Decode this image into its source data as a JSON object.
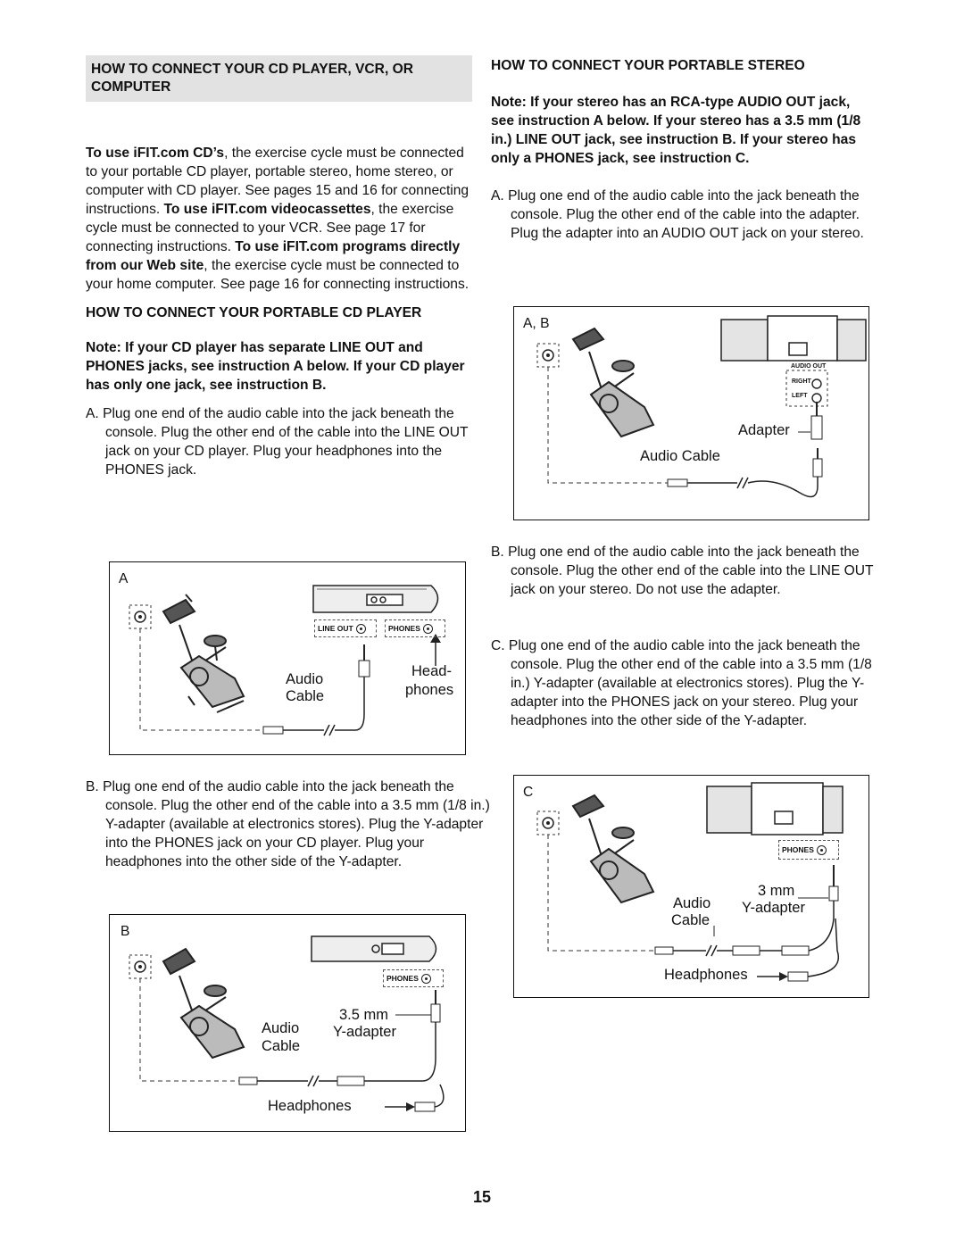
{
  "left": {
    "header": "HOW TO CONNECT YOUR CD PLAYER, VCR, OR COMPUTER",
    "intro": [
      {
        "t": "To use iFIT.com CD’s",
        "b": true
      },
      {
        "t": ", the exercise cycle must be connected to your portable CD player, portable stereo, home stereo, or computer with CD player. See pages 15 and 16 for connecting instructions. ",
        "b": false
      },
      {
        "t": "To use iFIT.com videocassettes",
        "b": true
      },
      {
        "t": ", the exercise cycle must be connected to your VCR. See page 17 for connecting instructions. ",
        "b": false
      },
      {
        "t": "To use iFIT.com programs directly from our Web site",
        "b": true
      },
      {
        "t": ", the exercise cycle must be connected to your home computer. See page 16 for connecting instructions.",
        "b": false
      }
    ],
    "section_title": "HOW TO CONNECT YOUR PORTABLE CD PLAYER",
    "note": "Note: If your CD player has separate LINE OUT and PHONES jacks, see instruction A below. If your CD player has only one jack, see instruction B.",
    "step_a": "A. Plug one end of the audio cable into the jack beneath the console. Plug the other end of the cable into the LINE OUT jack on your CD player. Plug your headphones into the PHONES jack.",
    "fig_a": {
      "letter": "A",
      "line_out": "LINE OUT",
      "phones": "PHONES",
      "audio": "Audio",
      "cable": "Cable",
      "head": "Head-",
      "phones_lbl": "phones"
    },
    "step_b": "B. Plug one end of the audio cable into the jack beneath the console. Plug the other end of the cable into a 3.5 mm (1/8 in.) Y-adapter (available at electronics stores). Plug the Y-adapter into the PHONES jack on your CD player. Plug your headphones into the other side of the Y-adapter.",
    "fig_b": {
      "letter": "B",
      "phones": "PHONES",
      "mm": "3.5 mm",
      "yadapter": "Y-adapter",
      "audio": "Audio",
      "cable": "Cable",
      "headphones": "Headphones"
    }
  },
  "right": {
    "section_title": "HOW TO CONNECT YOUR PORTABLE STEREO",
    "note": "Note: If your stereo has an RCA-type AUDIO OUT jack, see instruction A below. If your stereo has a 3.5 mm (1/8 in.) LINE OUT jack, see instruction B. If your stereo has only a PHONES jack, see instruction C.",
    "step_a": "A. Plug one end of the audio cable into the jack beneath the console. Plug the other end of the cable into the adapter. Plug the adapter into an AUDIO OUT jack on your stereo.",
    "fig_ab": {
      "letter": "A, B",
      "audio_out": "AUDIO OUT",
      "right": "RIGHT",
      "left": "LEFT",
      "adapter": "Adapter",
      "audio_cable": "Audio Cable"
    },
    "step_b": "B. Plug one end of the audio cable into the jack beneath the console. Plug the other end of the cable into the LINE OUT jack on your stereo. Do not use the adapter.",
    "step_c": "C. Plug one end of the audio cable into the jack beneath the console. Plug the other end of the cable into a 3.5 mm (1/8 in.) Y-adapter (available at electronics stores). Plug the Y-adapter into the PHONES jack on your stereo. Plug your headphones into the other side of the Y-adapter.",
    "fig_c": {
      "letter": "C",
      "phones": "PHONES",
      "mm": "3 mm",
      "yadapter": "Y-adapter",
      "audio": "Audio",
      "cable": "Cable",
      "headphones": "Headphones"
    }
  },
  "page_number": "15"
}
